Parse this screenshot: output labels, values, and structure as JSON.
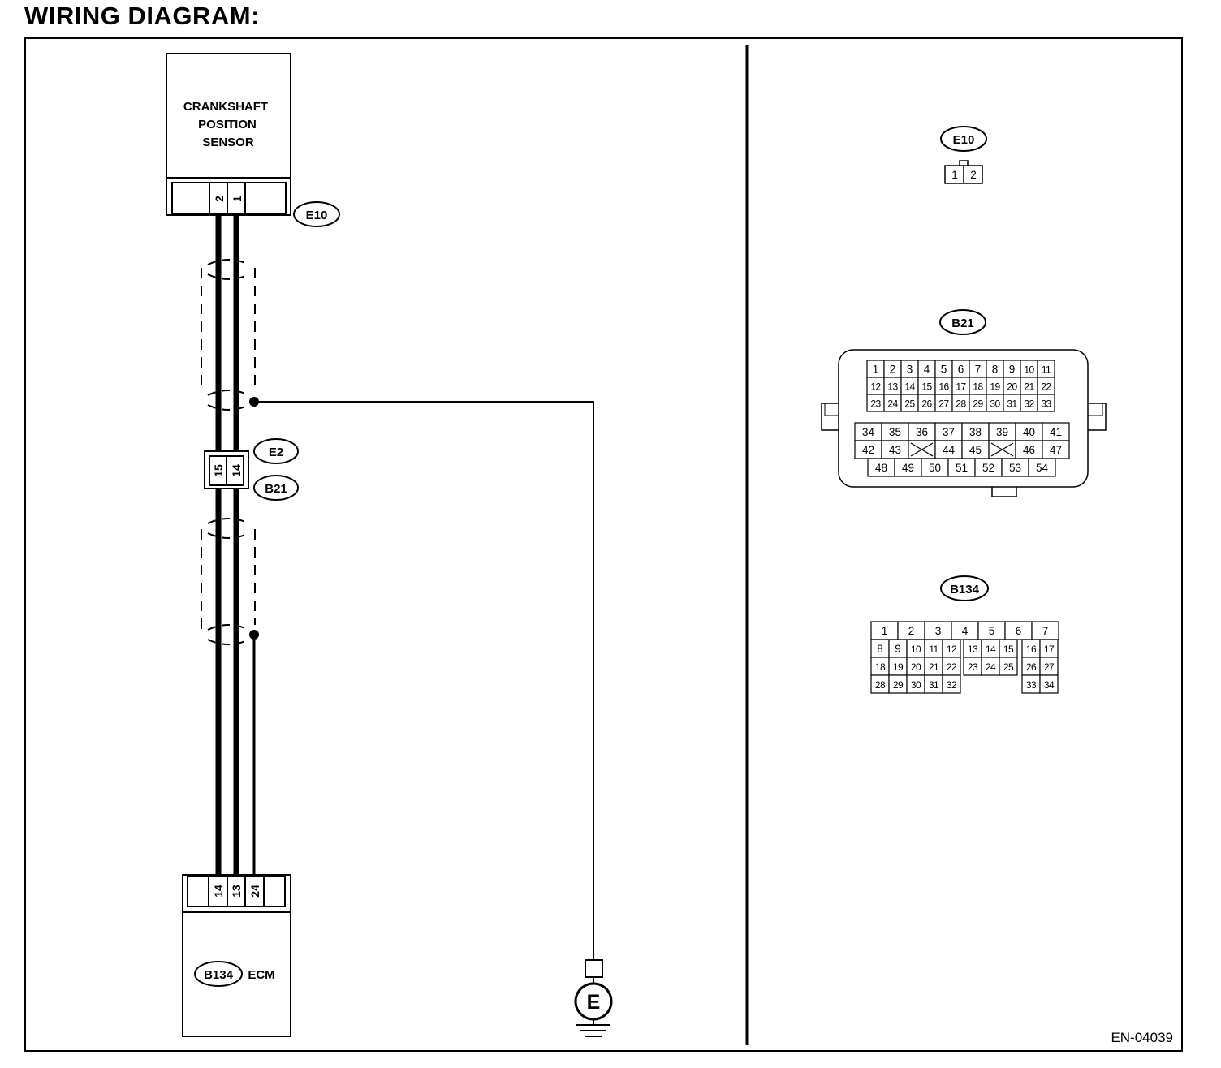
{
  "title": "WIRING DIAGRAM:",
  "doc_id": "EN-04039",
  "components": {
    "sensor": {
      "lines": [
        "CRANKSHAFT",
        "POSITION",
        "SENSOR"
      ],
      "connector": "E10",
      "pins": [
        "2",
        "1"
      ]
    },
    "joint": {
      "connectors": [
        "E2",
        "B21"
      ],
      "pins": [
        "15",
        "14"
      ]
    },
    "ecm": {
      "connector": "B134",
      "label": "ECM",
      "pins": [
        "14",
        "13",
        "24"
      ]
    },
    "ground": {
      "symbol": "E"
    }
  },
  "connector_views": {
    "e10": {
      "tag": "E10",
      "pins": [
        "1",
        "2"
      ]
    },
    "b21": {
      "tag": "B21",
      "upper_rows": [
        [
          "1",
          "2",
          "3",
          "4",
          "5",
          "6",
          "7",
          "8",
          "9",
          "10",
          "11"
        ],
        [
          "12",
          "13",
          "14",
          "15",
          "16",
          "17",
          "18",
          "19",
          "20",
          "21",
          "22"
        ],
        [
          "23",
          "24",
          "25",
          "26",
          "27",
          "28",
          "29",
          "30",
          "31",
          "32",
          "33"
        ]
      ],
      "lower_rows": [
        [
          "34",
          "35",
          "36",
          "37",
          "38",
          "39",
          "40",
          "41"
        ],
        [
          "42",
          "43",
          "",
          "44",
          "45",
          "",
          "46",
          "47"
        ],
        [
          "48",
          "49",
          "50",
          "51",
          "52",
          "53",
          "54"
        ]
      ]
    },
    "b134": {
      "tag": "B134",
      "rows": [
        [
          "1",
          "2",
          "3",
          "4",
          "5",
          "6",
          "7"
        ],
        [
          "8",
          "9",
          "10",
          "11",
          "12",
          "13",
          "14",
          "15",
          "16",
          "17"
        ],
        [
          "18",
          "19",
          "20",
          "21",
          "22",
          "23",
          "24",
          "25",
          "26",
          "27"
        ],
        [
          "28",
          "29",
          "30",
          "31",
          "32",
          "33",
          "34"
        ]
      ]
    }
  }
}
